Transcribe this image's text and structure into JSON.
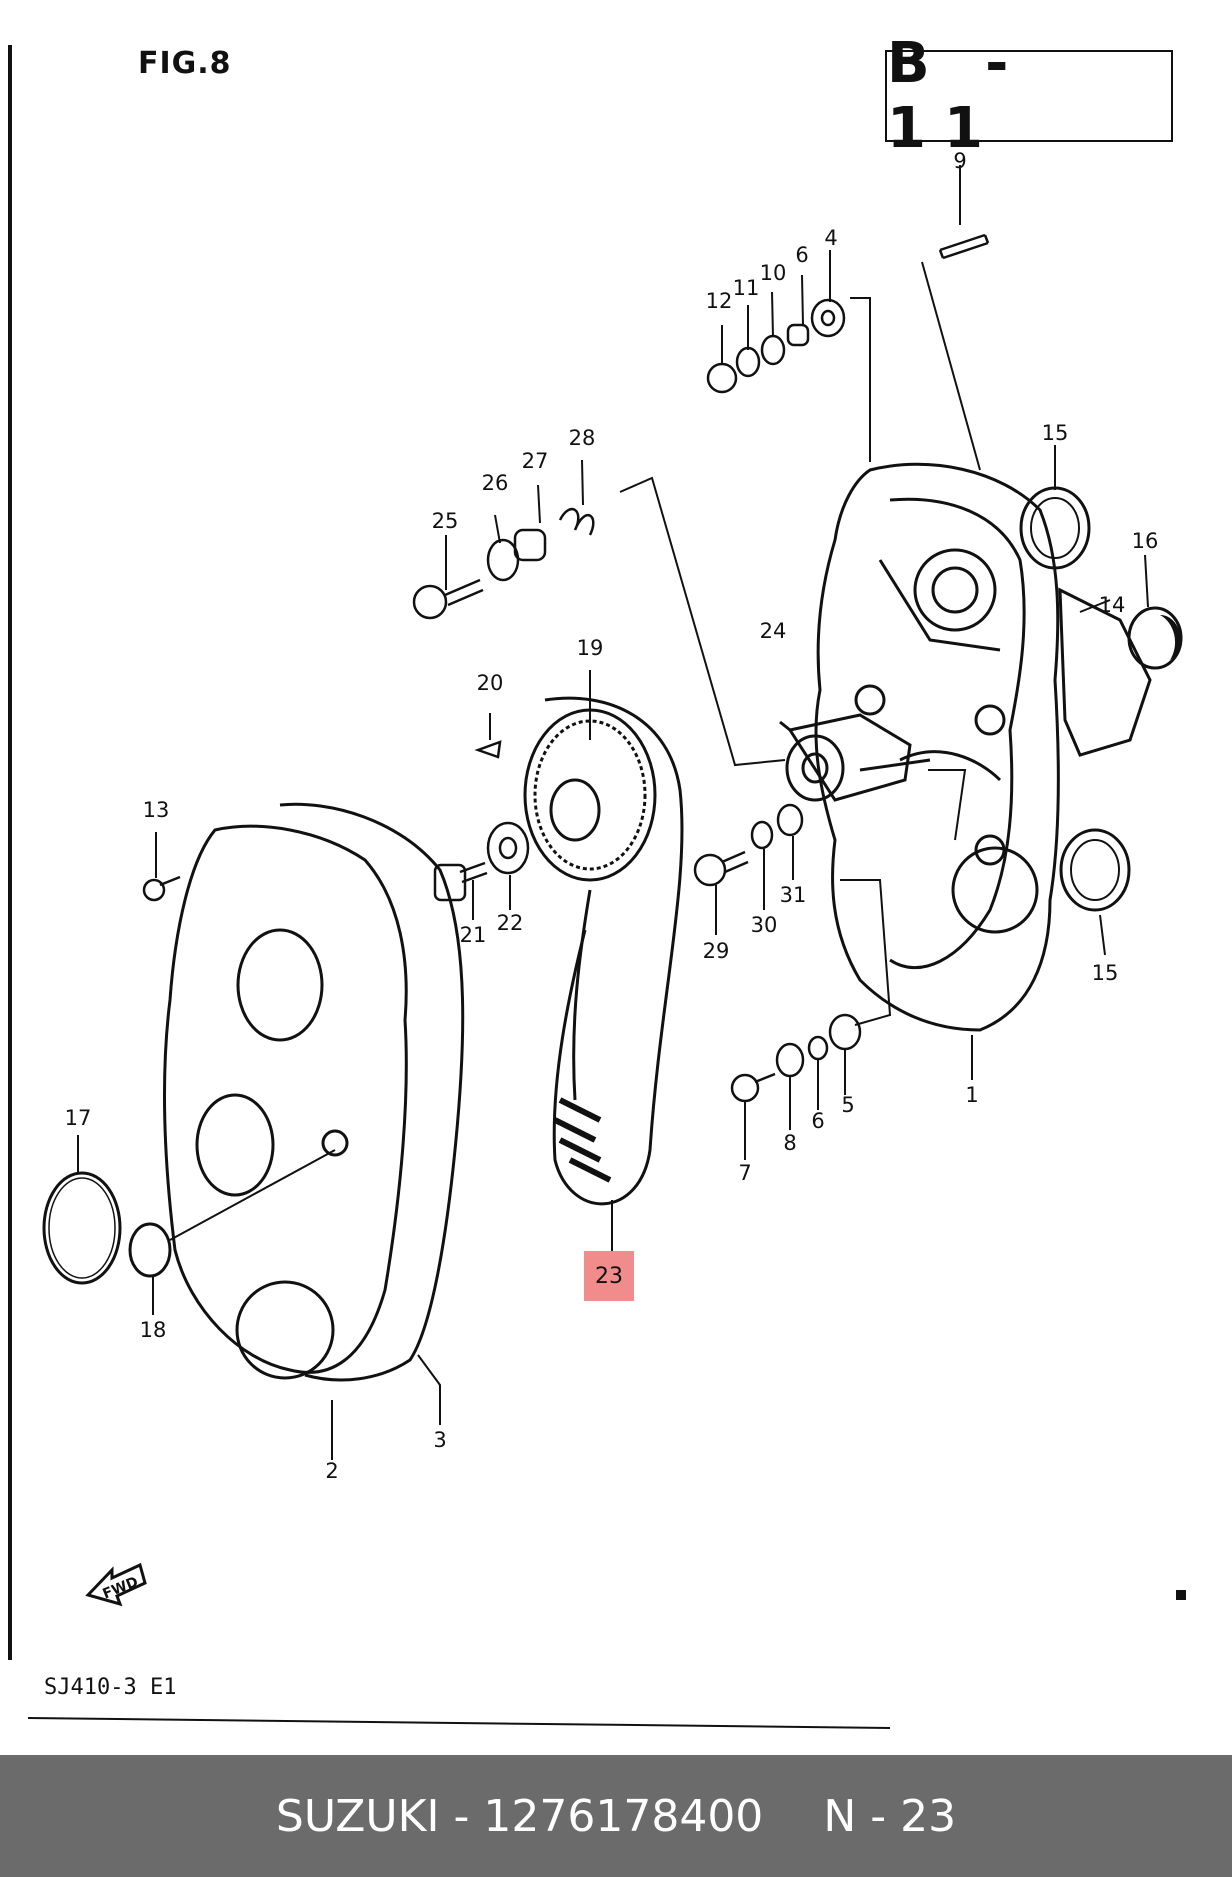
{
  "diagram": {
    "fig_title": "FIG.8",
    "page_code": "B - 11",
    "model_code": "SJ410-3 E1",
    "fwd_label": "FWD",
    "callouts": [
      "1",
      "2",
      "3",
      "4",
      "5",
      "6",
      "6",
      "7",
      "8",
      "9",
      "10",
      "11",
      "12",
      "13",
      "14",
      "15",
      "15",
      "16",
      "17",
      "18",
      "19",
      "20",
      "21",
      "22",
      "23",
      "24",
      "25",
      "26",
      "27",
      "28",
      "29",
      "30",
      "31"
    ],
    "highlighted_part": "23",
    "highlight_color": "#f08c8c"
  },
  "footer": {
    "brand": "SUZUKI",
    "separator": "-",
    "part_number": "1276178400",
    "ref_label": "N - 23",
    "background": "#6b6b6b"
  }
}
